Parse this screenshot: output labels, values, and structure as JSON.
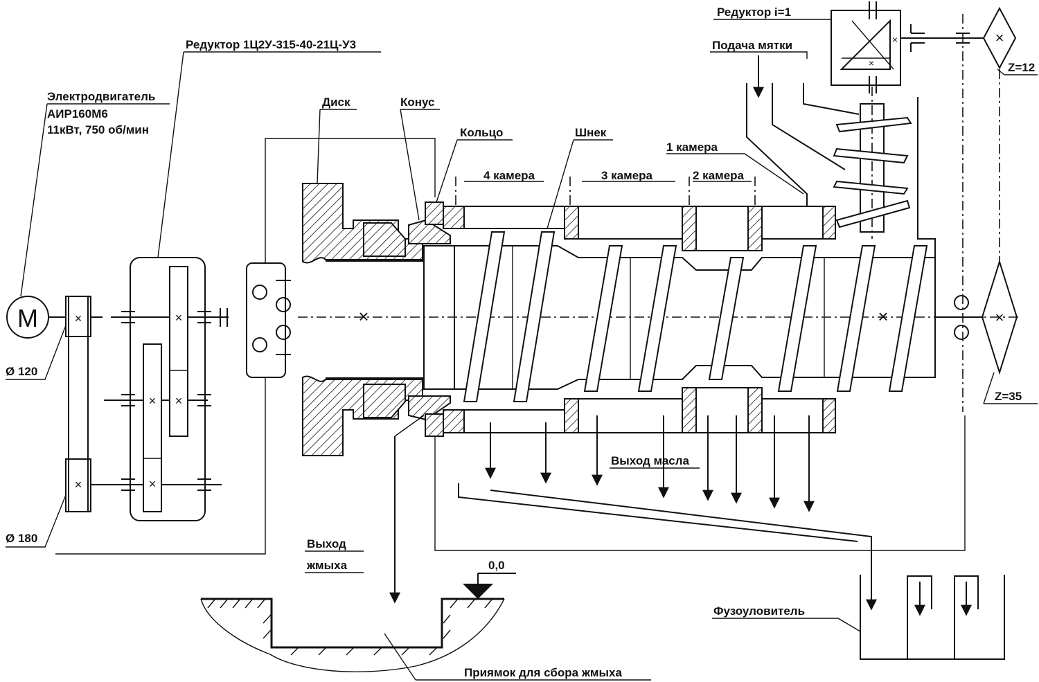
{
  "labels": {
    "motor_symbol": "M",
    "motor_title": "Электродвигатель",
    "motor_model": "АИР160М6",
    "motor_spec": "11кВт, 750 об/мин",
    "reducer_main": "Редуктор 1Ц2У-315-40-21Ц-У3",
    "pulley_small": "Ø 120",
    "pulley_large": "Ø 180",
    "disk": "Диск",
    "cone": "Конус",
    "ring": "Кольцо",
    "screw": "Шнек",
    "chamber_4": "4 камера",
    "chamber_3": "3 камера",
    "chamber_2": "2 камера",
    "chamber_1": "1 камера",
    "reducer_i1": "Редуктор i=1",
    "feed": "Подача мятки",
    "z12": "Z=12",
    "z35": "Z=35",
    "oil_out": "Выход масла",
    "cake_out_1": "Выход",
    "cake_out_2": "жмыха",
    "level": "0,0",
    "pit": "Приямок для сбора жмыха",
    "fuzz_trap": "Фузоуловитель"
  },
  "colors": {
    "line": "#111111",
    "background": "#ffffff"
  }
}
